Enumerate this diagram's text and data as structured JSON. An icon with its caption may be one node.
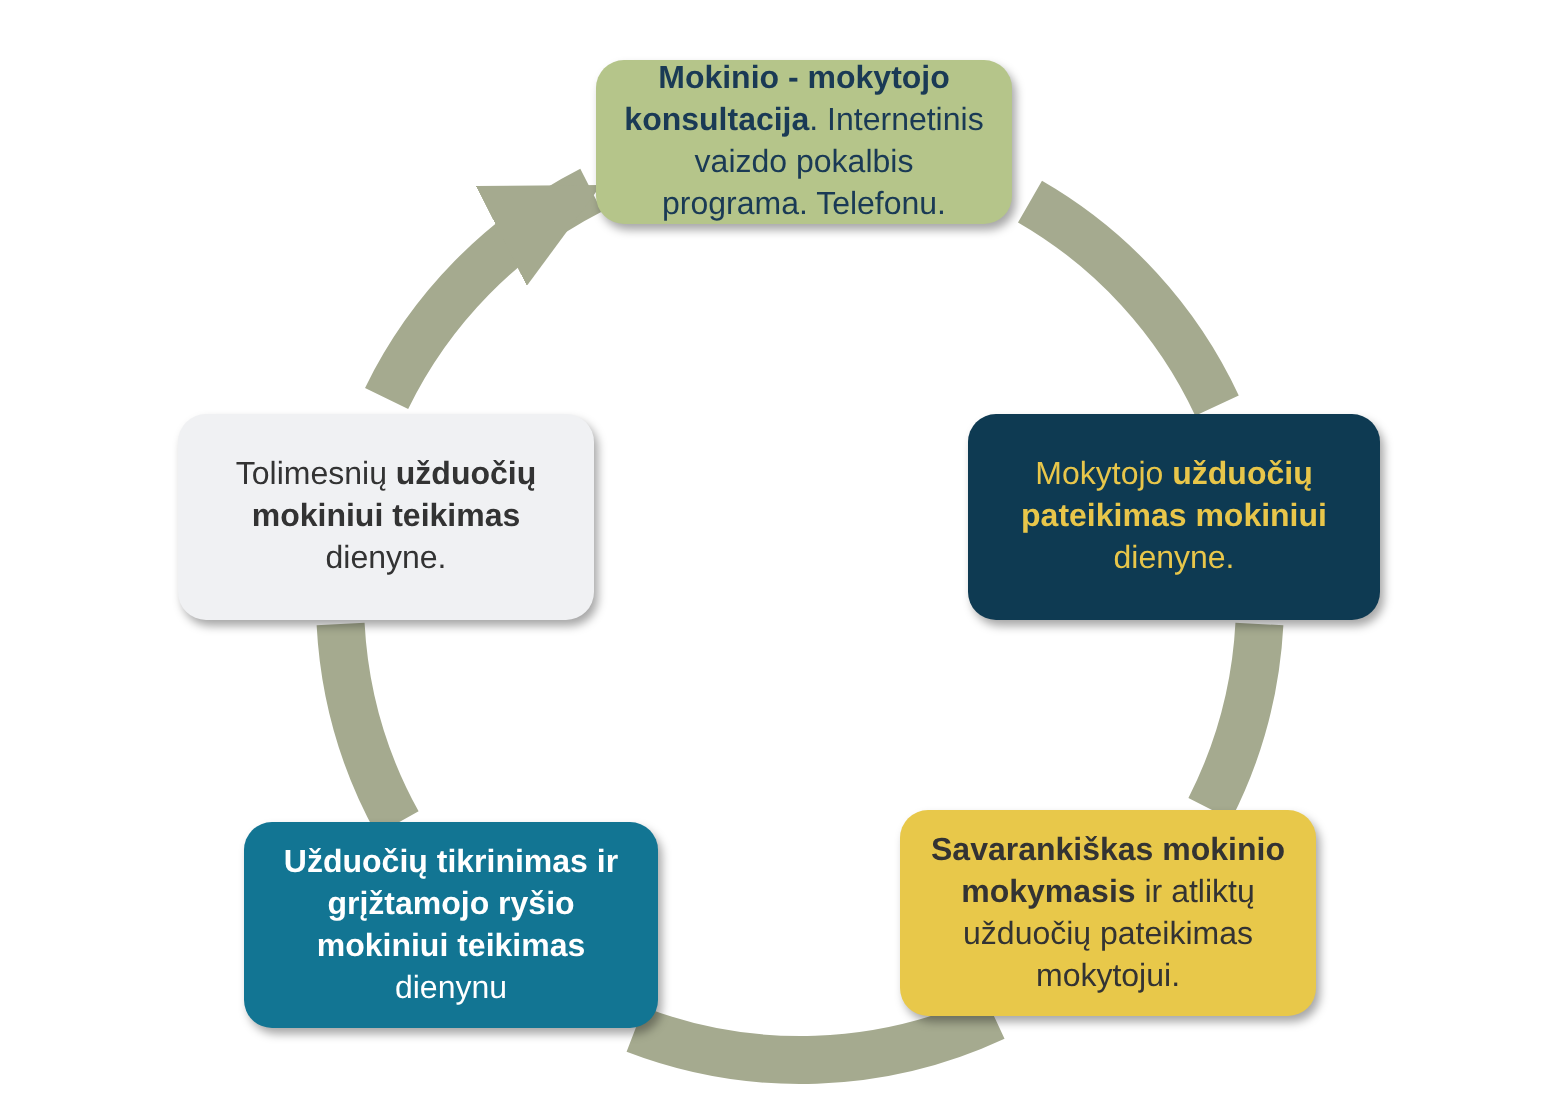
{
  "diagram": {
    "nodes": [
      {
        "text": [
          "**Mokinio - mokytojo konsultacija**. Internetinis vaizdo pokalbis programa. Telefonu."
        ]
      },
      {
        "text": [
          "Mokytojo **užduočių pateikimas mokiniui** dienyne."
        ]
      },
      {
        "text": [
          "**Savarankiškas mokinio mokymasis** ir atliktų užduočių pateikimas mokytojui."
        ]
      },
      {
        "text": [
          "**Užduočių tikrinimas ir grįžtamojo ryšio mokiniui teikimas** dienynu"
        ]
      },
      {
        "text": [
          "Tolimesnių **užduočių mokiniui teikimas** dienyne."
        ]
      }
    ],
    "edges": [
      {
        "from": 0,
        "to": 1,
        "arrow": "none"
      },
      {
        "from": 1,
        "to": 2,
        "arrow": "none"
      },
      {
        "from": 2,
        "to": 3,
        "arrow": "none"
      },
      {
        "from": 3,
        "to": 4,
        "arrow": "none"
      },
      {
        "from": 4,
        "to": 0,
        "arrow": "to"
      }
    ]
  }
}
